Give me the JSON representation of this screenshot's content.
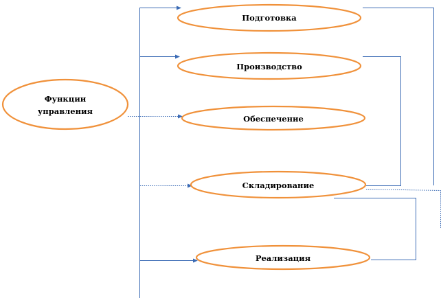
{
  "diagram": {
    "root": {
      "line1": "Функции",
      "line2": "управления"
    },
    "nodes": {
      "podgotovka": "Подготовка",
      "proizvodstvo": "Производство",
      "obespechenie": "Обеспечение",
      "skladirovanie": "Складирование",
      "realizaciya": "Реализация"
    },
    "colors": {
      "node_outline": "#f0913a",
      "connector": "#3a6ab4",
      "text": "#000000"
    }
  }
}
